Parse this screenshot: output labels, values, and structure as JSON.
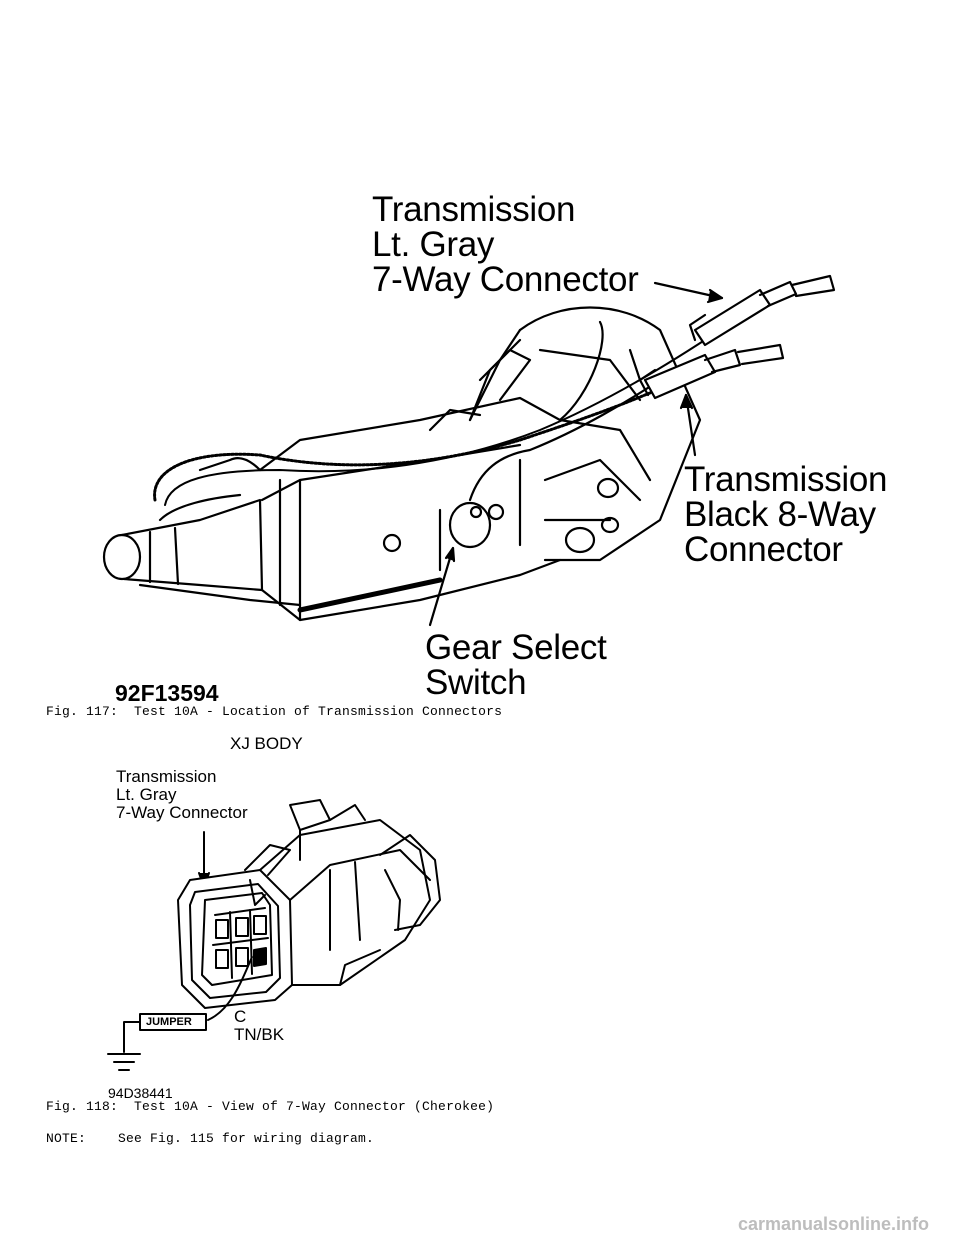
{
  "figure117": {
    "label_lt_gray": [
      "Transmission",
      "Lt. Gray",
      "7-Way Connector"
    ],
    "label_black": [
      "Transmission",
      "Black 8-Way",
      "Connector"
    ],
    "label_gear": [
      "Gear Select",
      "Switch"
    ],
    "fig_number": "92F13594",
    "caption": "Fig. 117:  Test 10A - Location of Transmission Connectors"
  },
  "figure118": {
    "body_label": "XJ BODY",
    "label_lt_gray": [
      "Transmission",
      "Lt. Gray",
      "7-Way Connector"
    ],
    "jumper_label": "JUMPER",
    "cavity_label": [
      "C",
      "TN/BK"
    ],
    "fig_number": "94D38441",
    "caption": "Fig. 118:  Test 10A - View of 7-Way Connector (Cherokee)"
  },
  "note": "NOTE:    See Fig. 115 for wiring diagram.",
  "watermark": "carmanualsonline.info"
}
